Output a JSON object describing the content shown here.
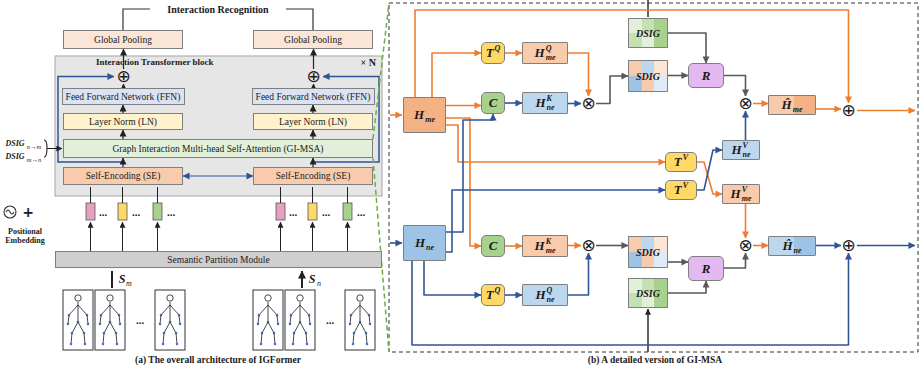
{
  "diagram": {
    "nodes": [
      {
        "text": [
          "Global Pooling"
        ]
      },
      {
        "text": [
          "Global Pooling"
        ]
      },
      {
        "text": [
          "Interaction Transformer block",
          "× N"
        ]
      },
      {
        "text": [
          "⊕"
        ],
        "in": 2
      },
      {
        "text": [
          "⊕"
        ],
        "in": 2
      },
      {
        "text": [
          "Feed Forward Network (FFN)"
        ],
        "in": 2
      },
      {
        "text": [
          "Feed Forward Network (FFN)"
        ],
        "in": 2
      },
      {
        "text": [
          "Layer Norm (LN)"
        ],
        "in": 2
      },
      {
        "text": [
          "Layer Norm (LN)"
        ],
        "in": 2
      },
      {
        "text": [
          "Graph Interaction Multi-head Self-Attention (GI-MSA)"
        ],
        "in": 2
      },
      {
        "text": [
          "Self-Encoding (SE)"
        ],
        "in": 2
      },
      {
        "text": [
          "Self-Encoding (SE)"
        ],
        "in": 2
      },
      {
        "text": [
          "Semantic Partition Module"
        ]
      },
      {
        "text": [
          "H",
          "me"
        ]
      },
      {
        "text": [
          "T",
          "Q"
        ]
      },
      {
        "text": [
          "H",
          "me",
          "Q"
        ]
      },
      {
        "text": [
          "C"
        ]
      },
      {
        "text": [
          "H",
          "ne",
          "K"
        ]
      },
      {
        "text": [
          "⊗"
        ]
      },
      {
        "text": [
          "DSIG"
        ]
      },
      {
        "text": [
          "SDIG"
        ]
      },
      {
        "text": [
          "R"
        ]
      },
      {
        "text": [
          "⊗"
        ]
      },
      {
        "text": [
          "Ĥ",
          "me"
        ]
      },
      {
        "text": [
          "⊕"
        ]
      },
      {
        "text": [
          "T",
          "V"
        ]
      },
      {
        "text": [
          "H",
          "ne",
          "V"
        ]
      },
      {
        "text": [
          "T",
          "V"
        ]
      },
      {
        "text": [
          "H",
          "me",
          "V"
        ]
      },
      {
        "text": [
          "H",
          "ne"
        ]
      },
      {
        "text": [
          "C"
        ]
      },
      {
        "text": [
          "H",
          "me",
          "K"
        ]
      },
      {
        "text": [
          "⊗"
        ]
      },
      {
        "text": [
          "SDIG"
        ]
      },
      {
        "text": [
          "DSIG"
        ]
      },
      {
        "text": [
          "R"
        ]
      },
      {
        "text": [
          "⊗"
        ]
      },
      {
        "text": [
          "Ĥ",
          "ne"
        ]
      },
      {
        "text": [
          "⊕"
        ]
      },
      {
        "text": [
          "T",
          "Q"
        ]
      },
      {
        "text": [
          "H",
          "ne",
          "Q"
        ]
      }
    ],
    "edges": [
      {
        "from": 10,
        "to": 9,
        "arrow": "to"
      },
      {
        "from": 11,
        "to": 9,
        "arrow": "to"
      },
      {
        "from": 9,
        "to": 7,
        "arrow": "to"
      },
      {
        "from": 9,
        "to": 8,
        "arrow": "to"
      },
      {
        "from": 7,
        "to": 5,
        "arrow": "to"
      },
      {
        "from": 8,
        "to": 6,
        "arrow": "to"
      },
      {
        "from": 5,
        "to": 3,
        "arrow": "to"
      },
      {
        "from": 6,
        "to": 4,
        "arrow": "to"
      },
      {
        "from": 3,
        "to": 0,
        "arrow": "to"
      },
      {
        "from": 4,
        "to": 1,
        "arrow": "to"
      },
      {
        "from": 10,
        "to": 11,
        "arrow": "both"
      },
      {
        "from": 13,
        "to": 14,
        "arrow": "to"
      },
      {
        "from": 13,
        "to": 16,
        "arrow": "to"
      },
      {
        "from": 13,
        "to": 25,
        "arrow": "to"
      },
      {
        "from": 13,
        "to": 30,
        "arrow": "to"
      },
      {
        "from": 13,
        "to": 24,
        "arrow": "to"
      },
      {
        "from": 29,
        "to": 16,
        "arrow": "to"
      },
      {
        "from": 29,
        "to": 39,
        "arrow": "to"
      },
      {
        "from": 29,
        "to": 27,
        "arrow": "to"
      },
      {
        "from": 29,
        "to": 38,
        "arrow": "to"
      },
      {
        "from": 14,
        "to": 15,
        "arrow": "to"
      },
      {
        "from": 16,
        "to": 17,
        "arrow": "to"
      },
      {
        "from": 15,
        "to": 18,
        "arrow": "to"
      },
      {
        "from": 17,
        "to": 18,
        "arrow": "to"
      },
      {
        "from": 18,
        "to": 20,
        "arrow": "to"
      },
      {
        "from": 20,
        "to": 21,
        "arrow": "to"
      },
      {
        "from": 19,
        "to": 21,
        "arrow": "to"
      },
      {
        "from": 21,
        "to": 22,
        "arrow": "to"
      },
      {
        "from": 26,
        "to": 22,
        "arrow": "to"
      },
      {
        "from": 22,
        "to": 23,
        "arrow": "to"
      },
      {
        "from": 23,
        "to": 24,
        "arrow": "to"
      },
      {
        "from": 25,
        "to": 28,
        "arrow": "to"
      },
      {
        "from": 27,
        "to": 26,
        "arrow": "to"
      },
      {
        "from": 30,
        "to": 31,
        "arrow": "to"
      },
      {
        "from": 39,
        "to": 40,
        "arrow": "to"
      },
      {
        "from": 31,
        "to": 32,
        "arrow": "to"
      },
      {
        "from": 40,
        "to": 32,
        "arrow": "to"
      },
      {
        "from": 32,
        "to": 33,
        "arrow": "to"
      },
      {
        "from": 33,
        "to": 35,
        "arrow": "to"
      },
      {
        "from": 34,
        "to": 35,
        "arrow": "to"
      },
      {
        "from": 35,
        "to": 36,
        "arrow": "to"
      },
      {
        "from": 28,
        "to": 36,
        "arrow": "to"
      },
      {
        "from": 36,
        "to": 37,
        "arrow": "to"
      },
      {
        "from": 37,
        "to": 38,
        "arrow": "to"
      }
    ],
    "labels": [
      "Interaction Recognition",
      "DSIG",
      "n→m",
      "DSIG",
      "m→n",
      "+",
      "Positional Embedding",
      "...",
      "...",
      "...",
      "...",
      "...",
      "...",
      "S",
      "m",
      "S",
      "n",
      "...",
      "...",
      "(a) The overall architecture of IGFormer",
      "(b) A detailed version of GI-MSA"
    ]
  }
}
